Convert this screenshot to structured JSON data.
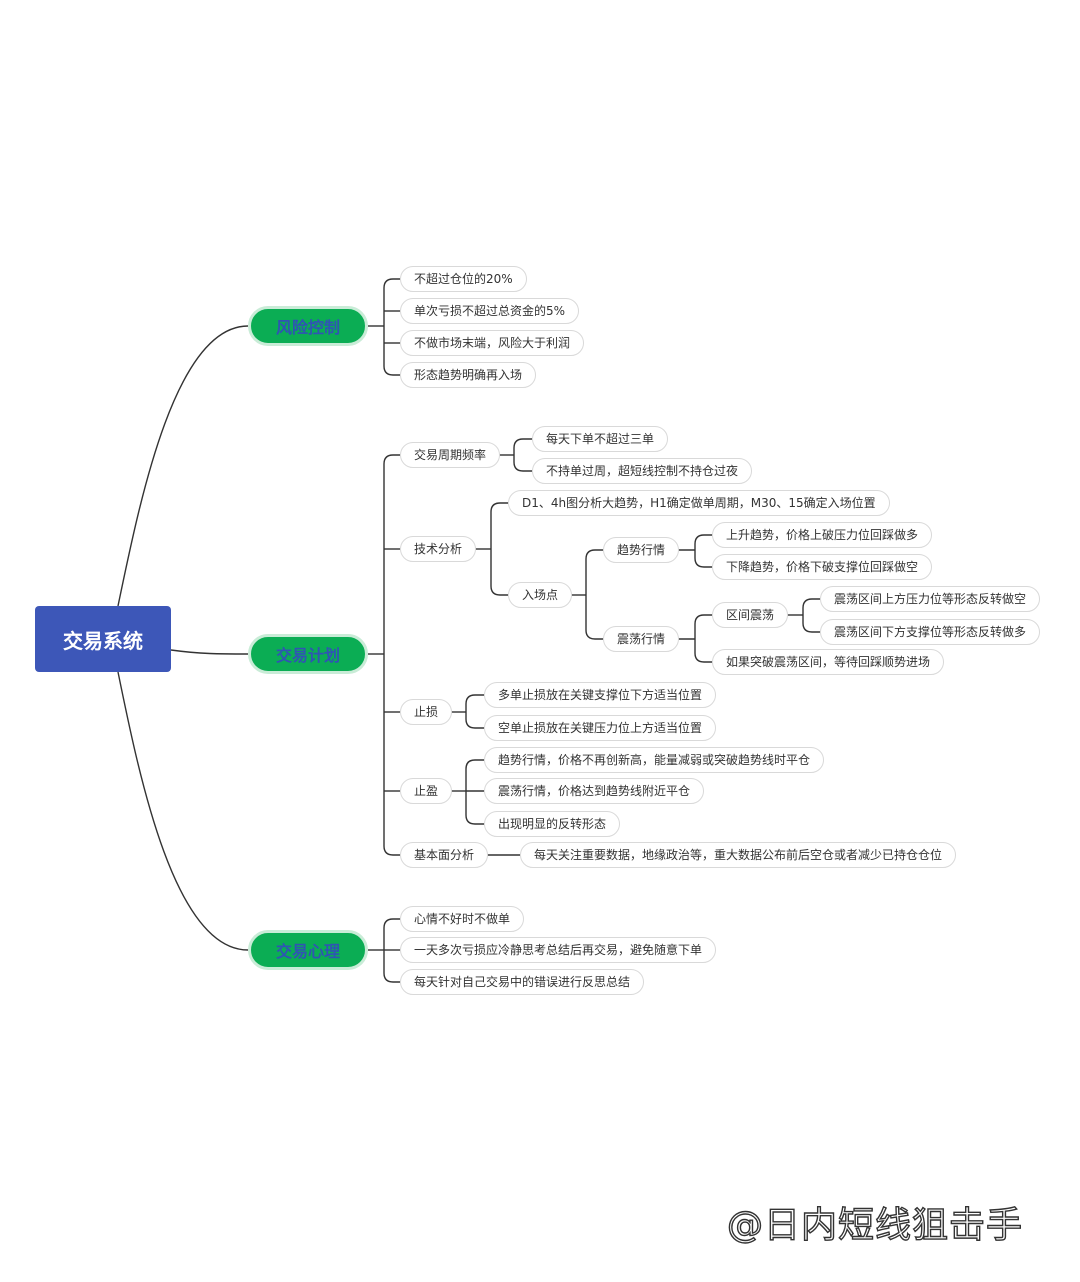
{
  "root": "交易系统",
  "branches": {
    "risk": "风险控制",
    "plan": "交易计划",
    "psych": "交易心理"
  },
  "risk_items": [
    "不超过仓位的20%",
    "单次亏损不超过总资金的5%",
    "不做市场末端，风险大于利润",
    "形态趋势明确再入场"
  ],
  "plan": {
    "cycle": {
      "label": "交易周期频率",
      "items": [
        "每天下单不超过三单",
        "不持单过周，超短线控制不持仓过夜"
      ]
    },
    "tech": {
      "label": "技术分析",
      "overview": "D1、4h图分析大趋势，H1确定做单周期，M30、15确定入场位置",
      "entry": {
        "label": "入场点",
        "trend": {
          "label": "趋势行情",
          "items": [
            "上升趋势，价格上破压力位回踩做多",
            "下降趋势，价格下破支撑位回踩做空"
          ]
        },
        "range": {
          "label": "震荡行情",
          "zone": {
            "label": "区间震荡",
            "items": [
              "震荡区间上方压力位等形态反转做空",
              "震荡区间下方支撑位等形态反转做多"
            ]
          },
          "breakout": "如果突破震荡区间，等待回踩顺势进场"
        }
      }
    },
    "stoploss": {
      "label": "止损",
      "items": [
        "多单止损放在关键支撑位下方适当位置",
        "空单止损放在关键压力位上方适当位置"
      ]
    },
    "takeprofit": {
      "label": "止盈",
      "items": [
        "趋势行情，价格不再创新高，能量减弱或突破趋势线时平仓",
        "震荡行情，价格达到趋势线附近平仓",
        "出现明显的反转形态"
      ]
    },
    "fundamental": {
      "label": "基本面分析",
      "item": "每天关注重要数据，地缘政治等，重大数据公布前后空仓或者减少已持仓仓位"
    }
  },
  "psych_items": [
    "心情不好时不做单",
    "一天多次亏损应冷静思考总结后再交易，避免随意下单",
    "每天针对自己交易中的错误进行反思总结"
  ],
  "watermark": "@日内短线狙击手",
  "colors": {
    "root_bg": "#3d57b8",
    "branch_bg": "#0bad54",
    "branch_text": "#2f55b3",
    "line": "#333333",
    "node_border": "#d9d9d9"
  }
}
